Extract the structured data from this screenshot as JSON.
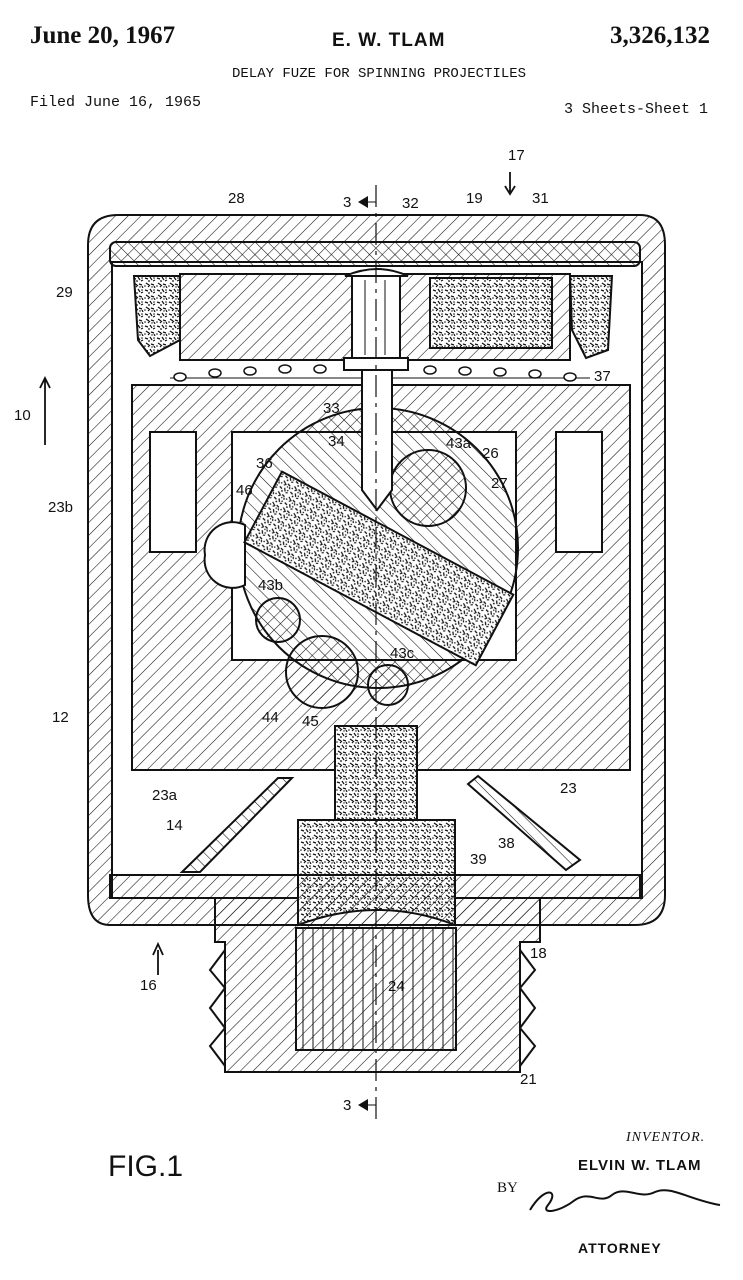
{
  "header": {
    "date": "June 20, 1967",
    "inventor_header": "E. W. TLAM",
    "patent_number": "3,326,132",
    "title": "DELAY FUZE FOR SPINNING PROJECTILES",
    "filed": "Filed June 16, 1965",
    "sheets": "3 Sheets-Sheet 1"
  },
  "figure": {
    "label": "FIG.1",
    "section_marks": [
      "3",
      "3"
    ],
    "refs": {
      "r17": "17",
      "r32": "32",
      "r28": "28",
      "r19": "19",
      "r31": "31",
      "r29": "29",
      "r37": "37",
      "r10": "10",
      "r33": "33",
      "r34": "34",
      "r43a": "43a",
      "r26": "26",
      "r36": "36",
      "r27": "27",
      "r46": "46",
      "r23b": "23b",
      "r43b": "43b",
      "r43c": "43c",
      "r44": "44",
      "r45": "45",
      "r12": "12",
      "r23a": "23a",
      "r23": "23",
      "r14": "14",
      "r38": "38",
      "r39": "39",
      "r16": "16",
      "r18": "18",
      "r24": "24",
      "r21": "21"
    }
  },
  "signature_block": {
    "inventor_label": "INVENTOR.",
    "inventor_name": "ELVIN W. TLAM",
    "by": "BY",
    "signature": "Paul A Welter",
    "attorney": "ATTORNEY"
  }
}
